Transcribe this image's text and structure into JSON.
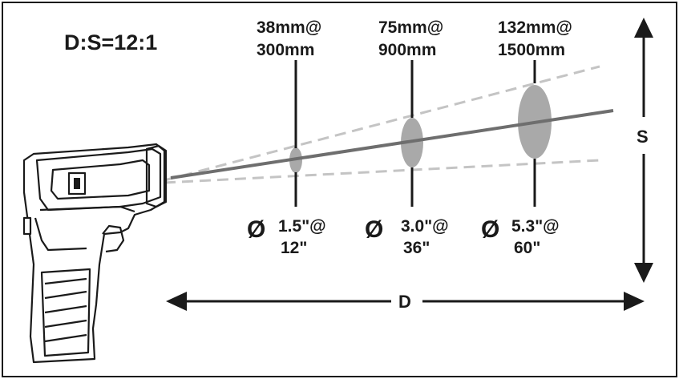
{
  "ratio_label": "D:S=12:1",
  "metric_labels": [
    {
      "line1": "38mm@",
      "line2": "300mm"
    },
    {
      "line1": "75mm@",
      "line2": "900mm"
    },
    {
      "line1": "132mm@",
      "line2": "1500mm"
    }
  ],
  "imperial_labels": [
    {
      "symbol": "Ø",
      "line1": "1.5\"@",
      "line2": "12\""
    },
    {
      "symbol": "Ø",
      "line1": "3.0\"@",
      "line2": "36\""
    },
    {
      "symbol": "Ø",
      "line1": "5.3\"@",
      "line2": "60\""
    }
  ],
  "distance_label": "D",
  "spot_label": "S",
  "colors": {
    "line": "#1a1a1a",
    "beam": "#6e6e6e",
    "spot": "#a9a9a9",
    "cone": "#c4c4c4",
    "gun_fill": "#ffffff"
  }
}
